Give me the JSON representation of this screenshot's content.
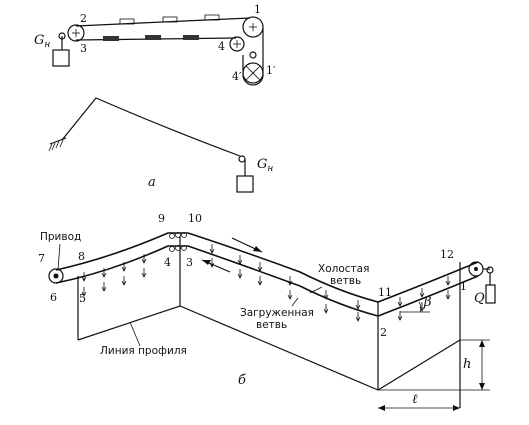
{
  "diagram_a": {
    "load_label": "G",
    "load_sub": "н",
    "load_label_lower": "G",
    "load_sub_lower": "н",
    "node_1": "1",
    "node_1p": "1′",
    "node_2": "2",
    "node_3": "3",
    "node_4": "4",
    "node_4p": "4′",
    "caption": "а"
  },
  "diagram_b": {
    "drive_label": "Привод",
    "idle_branch": "Холостая",
    "idle_branch_2": "ветвь",
    "loaded_branch": "Загруженная",
    "loaded_branch_2": "ветвь",
    "profile_line": "Линия профиля",
    "beta": "β",
    "load_Q": "Q",
    "height_h": "h",
    "length_l": "ℓ",
    "caption": "б",
    "nodes": [
      "1",
      "2",
      "3",
      "4",
      "5",
      "6",
      "7",
      "8",
      "9",
      "10",
      "11",
      "12"
    ]
  }
}
